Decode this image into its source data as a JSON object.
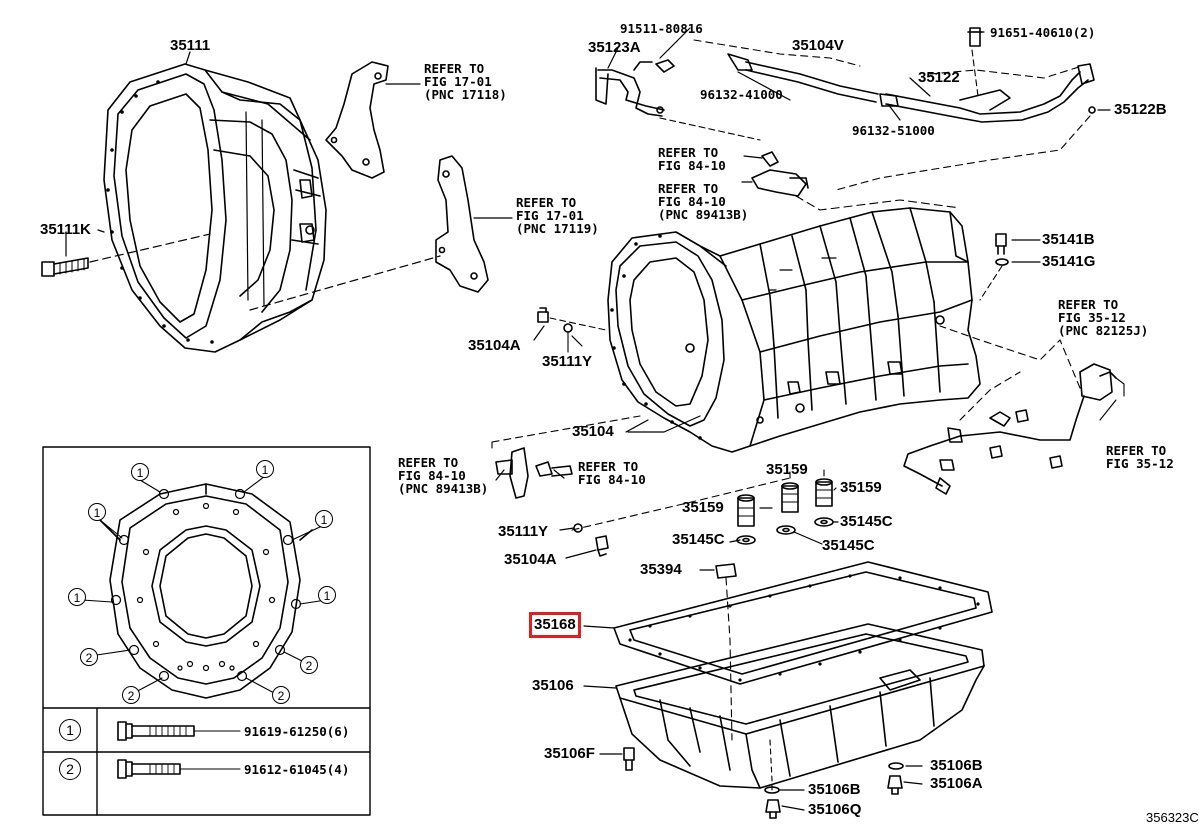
{
  "diagram": {
    "code": "356323C",
    "highlighted_part": "35168",
    "parts": {
      "p35111": "35111",
      "p35111K": "35111K",
      "p35123A": "35123A",
      "p91511": "91511-80816",
      "p35104V": "35104V",
      "p96132_41000": "96132-41000",
      "p91651": "91651-40610(2)",
      "p35122": "35122",
      "p35122B": "35122B",
      "p96132_51000": "96132-51000",
      "p35141B": "35141B",
      "p35141G": "35141G",
      "p35104A_top": "35104A",
      "p35111Y_top": "35111Y",
      "p35104": "35104",
      "p35159_a": "35159",
      "p35159_b": "35159",
      "p35159_c": "35159",
      "p35145C_a": "35145C",
      "p35145C_b": "35145C",
      "p35145C_c": "35145C",
      "p35111Y_bot": "35111Y",
      "p35104A_bot": "35104A",
      "p35394": "35394",
      "p35168": "35168",
      "p35106": "35106",
      "p35106F": "35106F",
      "p35106B_a": "35106B",
      "p35106A": "35106A",
      "p35106B_b": "35106B",
      "p35106Q": "35106Q"
    },
    "refs": {
      "r1": "REFER TO\nFIG 17-01\n(PNC 17118)",
      "r2": "REFER TO\nFIG 17-01\n(PNC 17119)",
      "r3": "REFER TO\nFIG 84-10",
      "r4": "REFER TO\nFIG 84-10\n(PNC 89413B)",
      "r5": "REFER TO\nFIG 35-12\n(PNC 82125J)",
      "r6": "REFER TO\nFIG 35-12",
      "r7": "REFER TO\nFIG 84-10\n(PNC 89413B)",
      "r8": "REFER TO\nFIG 84-10"
    },
    "legend": {
      "row1": {
        "num": "1",
        "part": "91619-61250(6)"
      },
      "row2": {
        "num": "2",
        "part": "91612-61045(4)"
      }
    },
    "bolt_callouts": [
      "1",
      "1",
      "1",
      "1",
      "1",
      "1",
      "2",
      "2",
      "2",
      "2"
    ]
  }
}
